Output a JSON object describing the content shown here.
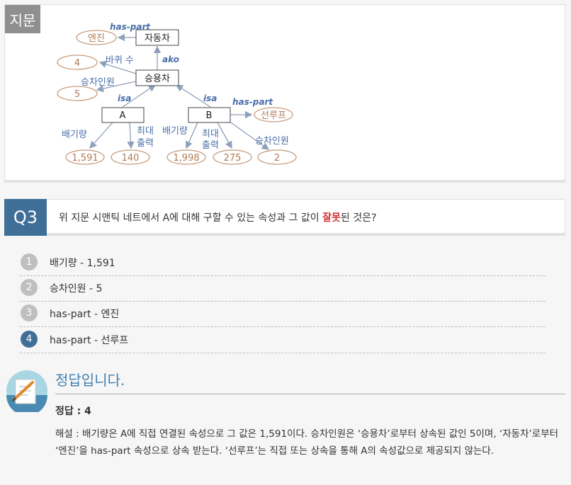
{
  "passage": {
    "tag": "지문",
    "diagram": {
      "nodes": {
        "car": "자동차",
        "sedan": "승용차",
        "a": "A",
        "b": "B",
        "engine": "엔진",
        "wheels_value": "4",
        "seats_value": "5",
        "sunroof": "선루프",
        "a_displacement": "1,591",
        "a_power": "140",
        "b_displacement": "1,998",
        "b_power": "275",
        "b_seats": "2"
      },
      "relations": {
        "has_part_top": "has-part",
        "ako": "ako",
        "isa_left": "isa",
        "isa_right": "isa",
        "has_part_b": "has-part"
      },
      "labels": {
        "wheels": "바퀴 수",
        "seats": "승차인원",
        "displacement_a": "배기량",
        "power_a_1": "최대",
        "power_a_2": "출력",
        "displacement_b": "배기량",
        "power_b_1": "최대",
        "power_b_2": "출력",
        "seats_b": "승차인원"
      }
    }
  },
  "question": {
    "number": "Q3",
    "text_before": "위 지문 시맨틱 네트에서 A에 대해 구할 수 있는 속성과 그 값이 ",
    "text_emphasis": "잘못",
    "text_after": "된 것은?"
  },
  "choices": [
    {
      "num": "1",
      "text": "배기량 - 1,591",
      "selected": false
    },
    {
      "num": "2",
      "text": "승차인원 - 5",
      "selected": false
    },
    {
      "num": "3",
      "text": "has-part - 엔진",
      "selected": false
    },
    {
      "num": "4",
      "text": "has-part - 선루프",
      "selected": true
    }
  ],
  "answer": {
    "title": "정답입니다.",
    "label": "정답 : 4",
    "explanation": "해설 : 배기량은 A에 직접 연결된 속성으로 그 값은 1,591이다. 승차인원은 ‘승용차’로부터 상속된 값인 5이며, ‘자동차’로부터 ‘엔진’을 has-part 속성으로 상속 받는다.   ‘선루프’는 직접 또는 상속을 통해 A의 속성값으로 제공되지 않는다.",
    "colors": {
      "accent": "#3f6f97",
      "title": "#3f7fb0",
      "emphasis": "#d23131"
    }
  }
}
